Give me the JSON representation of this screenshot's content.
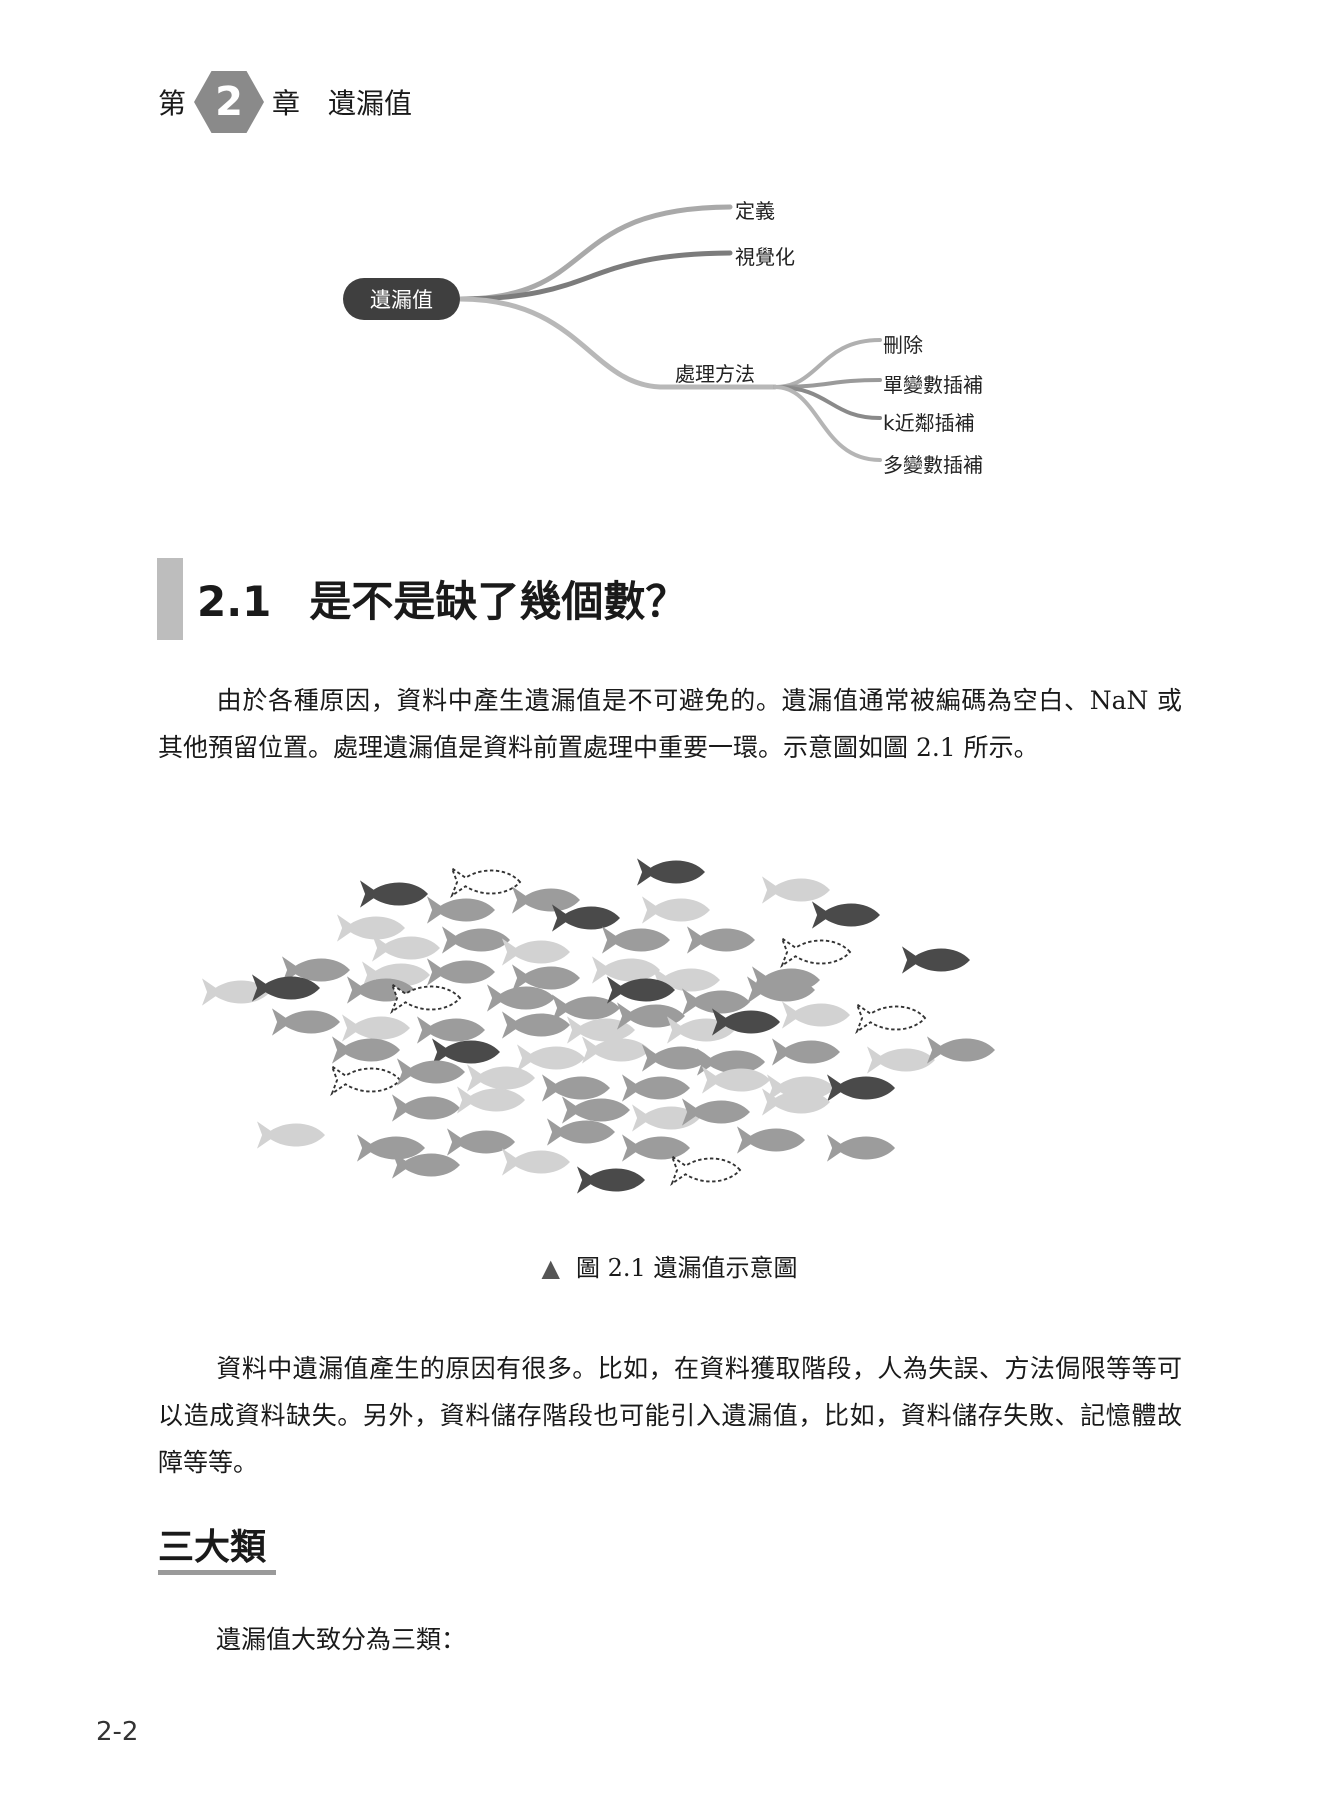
{
  "header": {
    "chapter_prefix": "第",
    "chapter_number": "2",
    "chapter_suffix": "章",
    "chapter_title": "遺漏值"
  },
  "mindmap": {
    "root": "遺漏值",
    "branches": [
      "定義",
      "視覺化",
      "處理方法"
    ],
    "methods": [
      "刪除",
      "單變數插補",
      "k近鄰插補",
      "多變數插補"
    ]
  },
  "section": {
    "number": "2.1",
    "title": "是不是缺了幾個數？"
  },
  "paragraphs": [
    "由於各種原因，資料中產生遺漏值是不可避免的。遺漏值通常被編碼為空白、NaN 或其他預留位置。處理遺漏值是資料前置處理中重要一環。示意圖如圖 2.1 所示。",
    "資料中遺漏值產生的原因有很多。比如，在資料獲取階段，人為失誤、方法侷限等等可以造成資料缺失。另外，資料儲存階段也可能引入遺漏值，比如，資料儲存失敗、記憶體故障等等。",
    "遺漏值大致分為三類："
  ],
  "figure": {
    "caption_marker": "▲",
    "caption": "圖 2.1  遺漏值示意圖"
  },
  "subsection": {
    "title": "三大類"
  },
  "page_number": "2-2",
  "colors": {
    "fish_dark": "#4a4a4a",
    "fish_mid": "#9c9c9c",
    "fish_light": "#d2d2d2",
    "section_bar": "#bdbdbd"
  }
}
